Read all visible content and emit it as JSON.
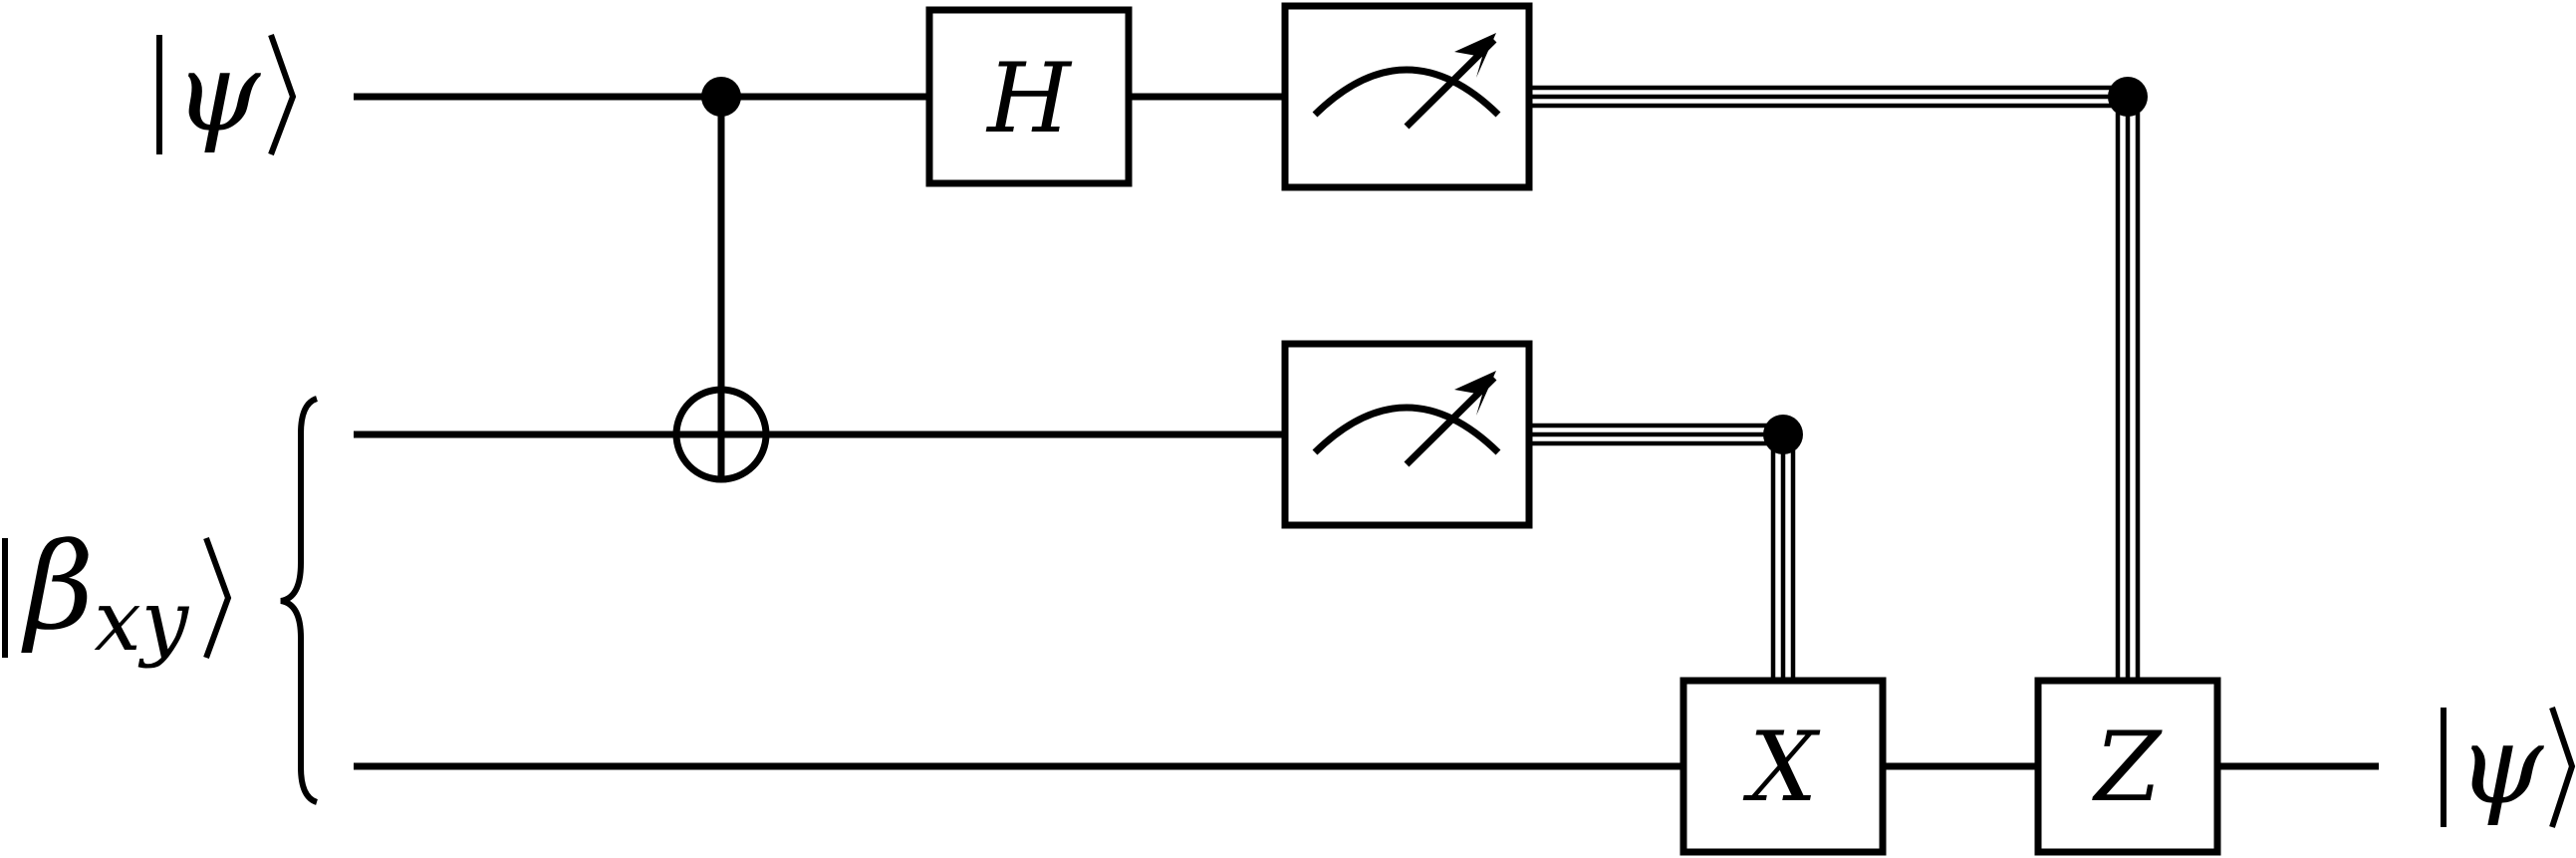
{
  "diagram": {
    "type": "quantum-circuit",
    "input_state": "ψ",
    "bell_state": "β",
    "bell_state_subscript": "xy",
    "output_state": "ψ",
    "gates": {
      "hadamard": "H",
      "x_correction": "X",
      "z_correction": "Z"
    }
  }
}
